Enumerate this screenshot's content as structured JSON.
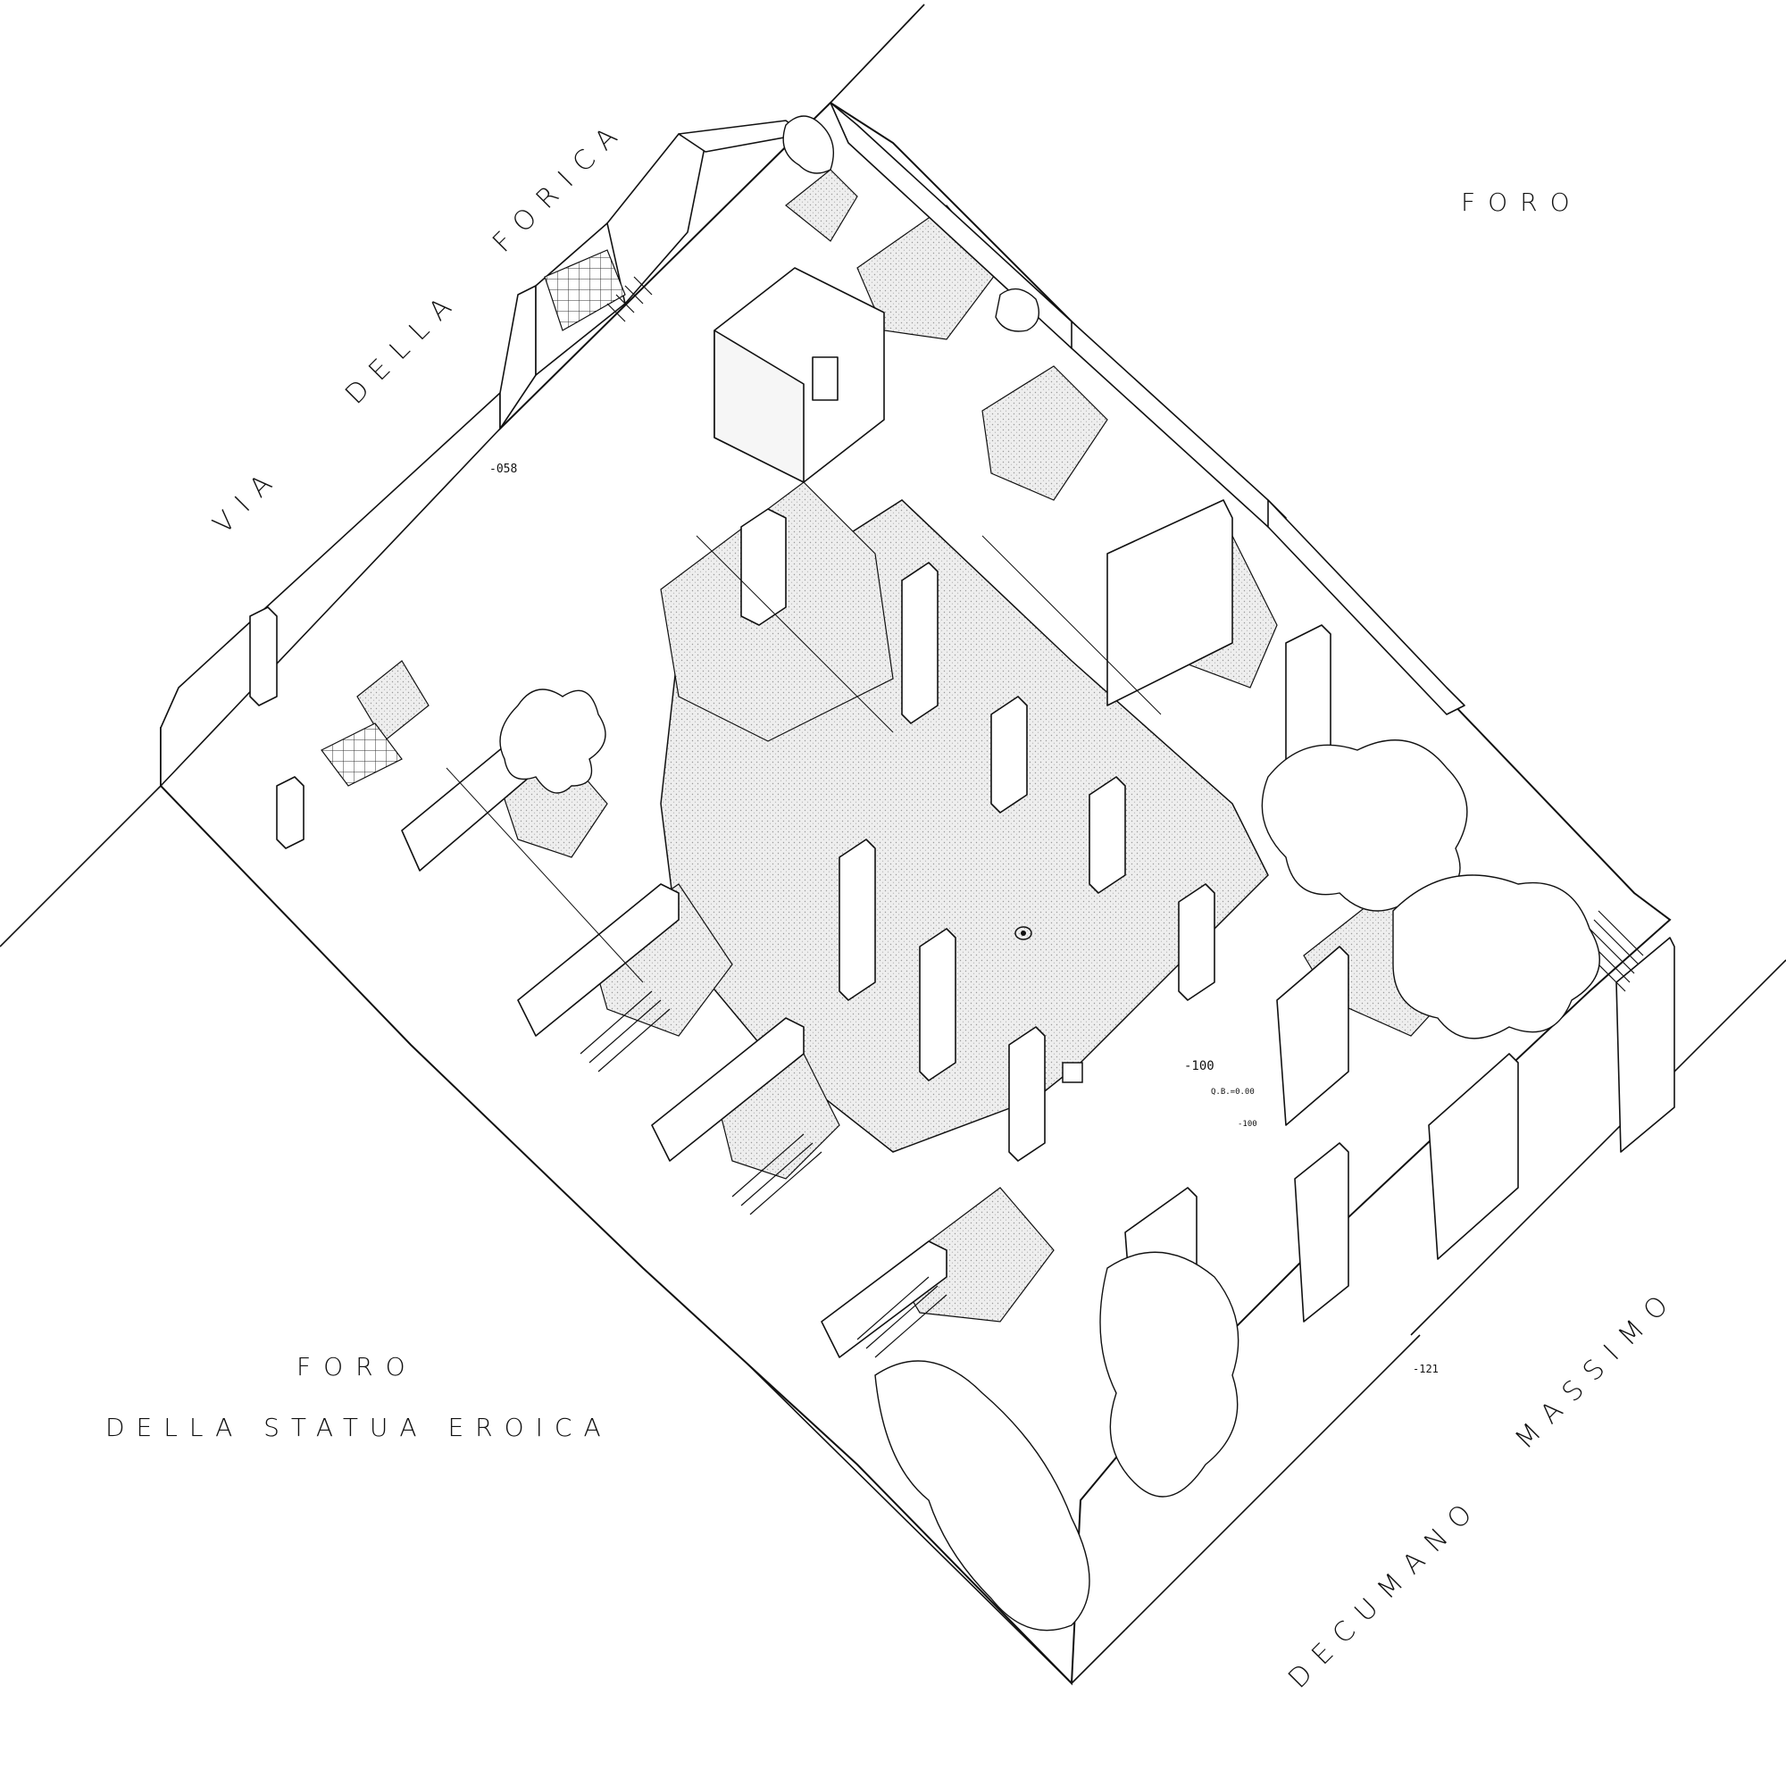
{
  "labels": {
    "via": "VIA",
    "della": "DELLA",
    "forica": "FORICA",
    "foro_top": "FORO",
    "foro_bottom": "FORO",
    "della_statua_eroica": "DELLA STATUA EROICA",
    "decumano": "DECUMANO",
    "massimo": "MASSIMO"
  },
  "elevations": {
    "e058": "-058",
    "e100": "-100",
    "e_datum": "Q.B.=0.00",
    "e100_small": "-100",
    "e121": "-121"
  }
}
